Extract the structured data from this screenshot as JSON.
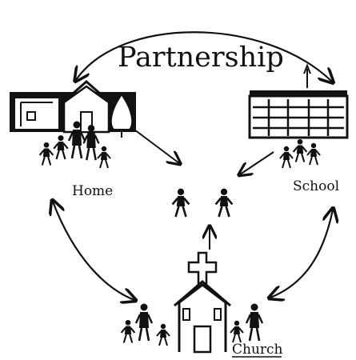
{
  "diagram": {
    "title": "Partnership",
    "nodes": {
      "home": "Home",
      "school": "School",
      "church": "Church"
    },
    "colors": {
      "ink": "#111111",
      "paper": "#ffffff"
    }
  }
}
